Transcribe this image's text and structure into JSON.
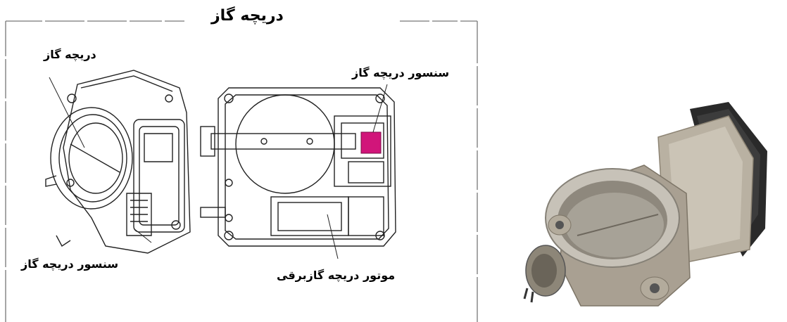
{
  "frame": {
    "title": "دریچه گاز"
  },
  "left_drawing": {
    "label_top": "دریچه گاز",
    "label_bottom": "سنسور دریچه گاز"
  },
  "center_drawing": {
    "label_sensor": "سنسور دریچه گاز",
    "label_motor": "موتور دریچه گازبرقی",
    "highlight_color": "#d1157a"
  },
  "photo": {
    "subject": "throttle-body-photo",
    "body_color": "#b9b1a2",
    "housing_color": "#2a2a2a"
  }
}
